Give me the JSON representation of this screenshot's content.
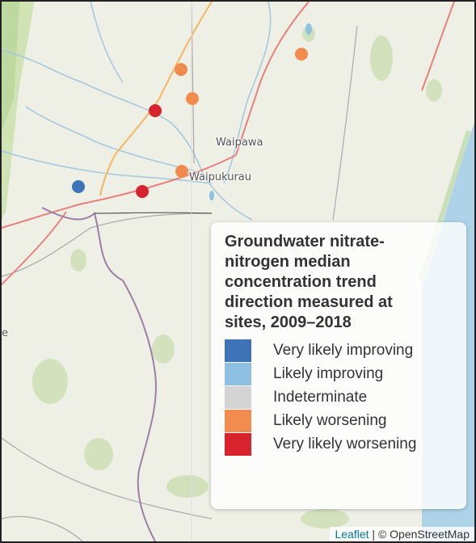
{
  "map": {
    "towns": [
      {
        "name": "Waipawa"
      },
      {
        "name": "Waipukurau"
      },
      {
        "name": "e"
      }
    ],
    "sites": [
      {
        "trend": "Likely worsening",
        "color": "#f28c4e"
      },
      {
        "trend": "Likely worsening",
        "color": "#f28c4e"
      },
      {
        "trend": "Likely worsening",
        "color": "#f28c4e"
      },
      {
        "trend": "Very likely worsening",
        "color": "#d7232d"
      },
      {
        "trend": "Likely worsening",
        "color": "#f28c4e"
      },
      {
        "trend": "Very likely improving",
        "color": "#3f73b8"
      },
      {
        "trend": "Very likely worsening",
        "color": "#d7232d"
      }
    ]
  },
  "legend": {
    "title": "Groundwater nitrate-nitrogen median concentration trend direction measured at sites, 2009–2018",
    "items": [
      {
        "label": "Very likely improving",
        "color": "#3f73b8"
      },
      {
        "label": "Likely improving",
        "color": "#8dbfe3"
      },
      {
        "label": "Indeterminate",
        "color": "#d4d4d4"
      },
      {
        "label": "Likely worsening",
        "color": "#f28c4e"
      },
      {
        "label": "Very likely worsening",
        "color": "#d7232d"
      }
    ]
  },
  "attribution": {
    "leaflet": "Leaflet",
    "separator": " | © OpenStreetMap"
  }
}
